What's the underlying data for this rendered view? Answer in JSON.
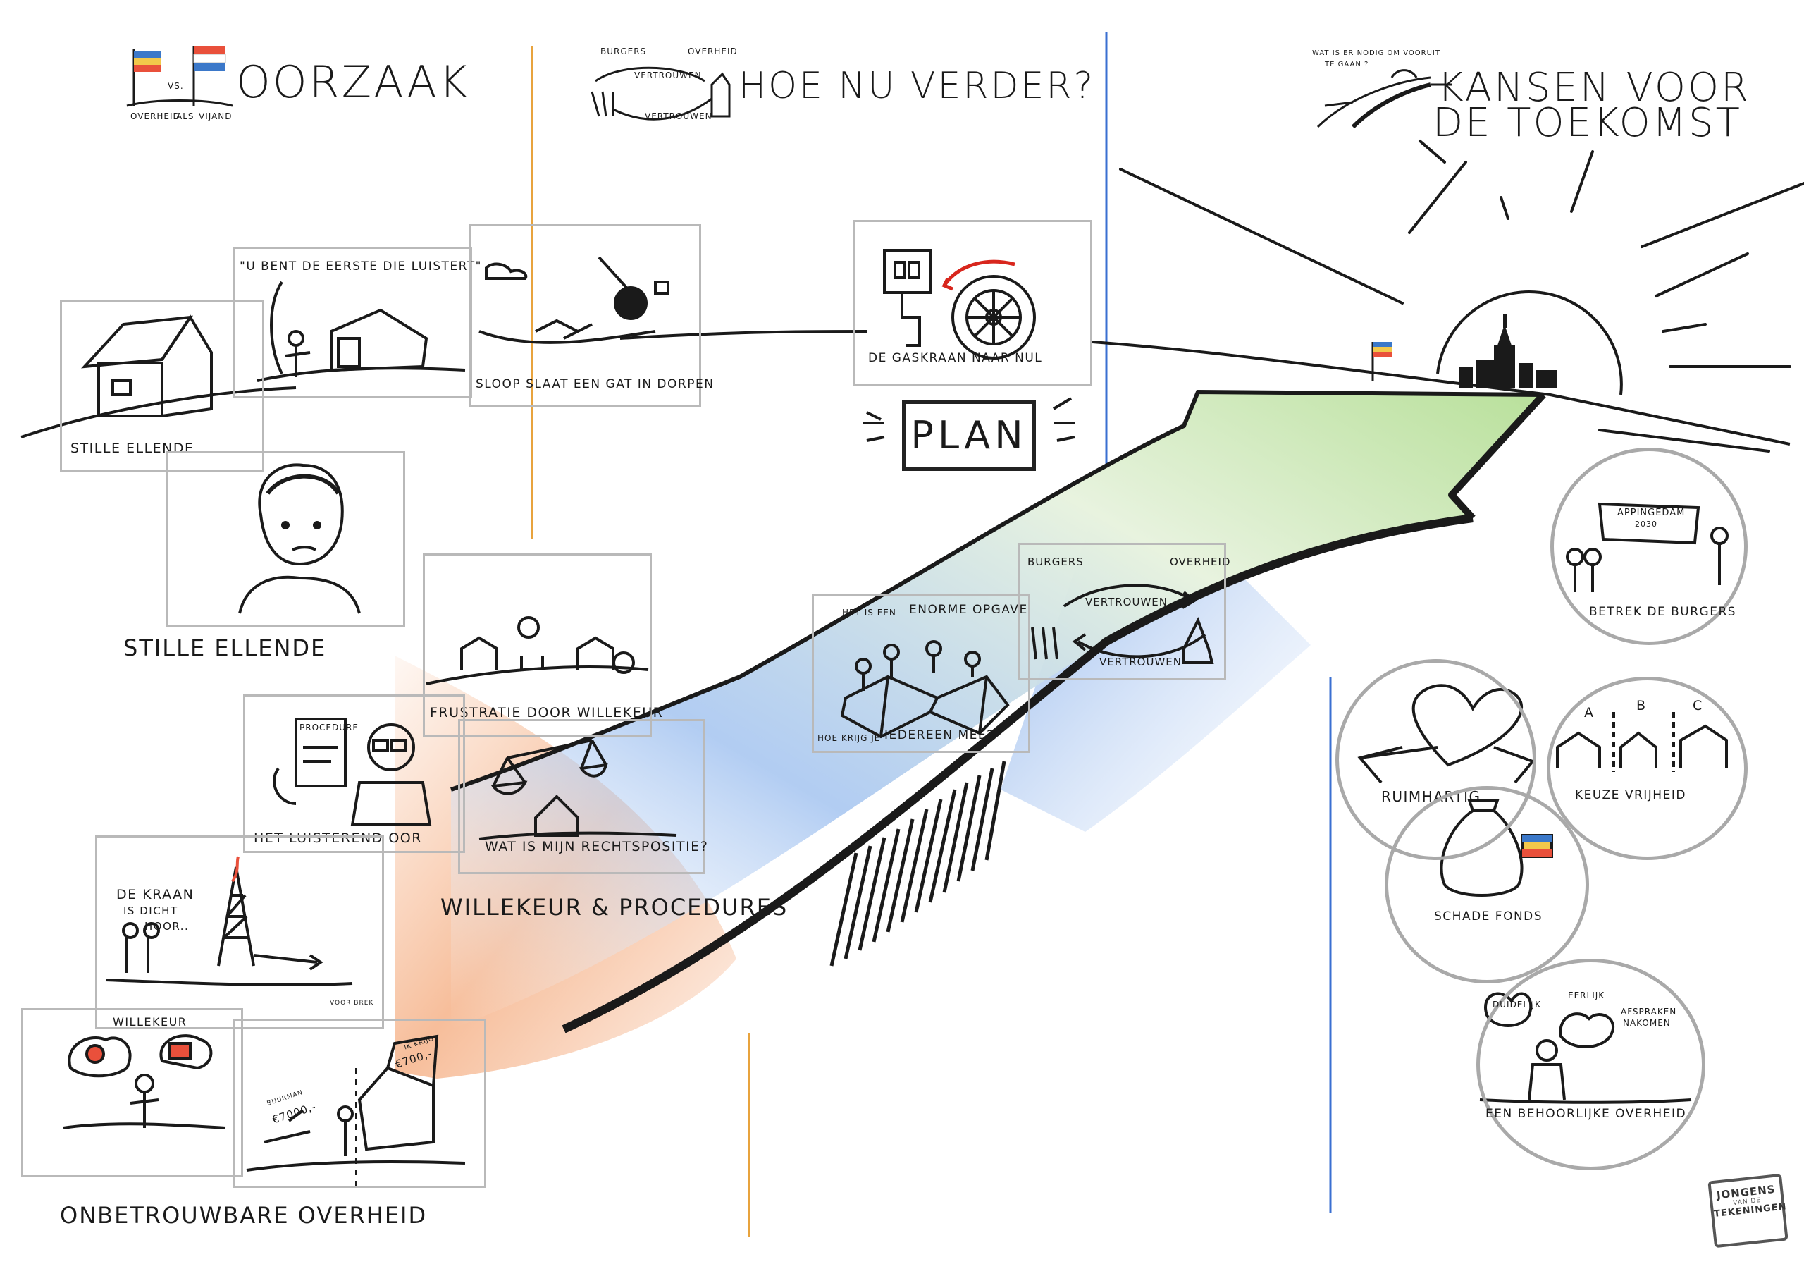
{
  "sections": {
    "oorzaak": {
      "title": "OORZAAK",
      "flag_left_caption": "OVERHEID",
      "flag_vs": "VS.",
      "flag_mid": "ALS",
      "flag_right_caption": "VIJAND"
    },
    "hoe_nu_verder": {
      "title": "HOE NU VERDER?",
      "sketch_left": "BURGERS",
      "sketch_right": "OVERHEID",
      "sketch_top": "VERTROUWEN",
      "sketch_bottom": "VERTROUWEN"
    },
    "kansen": {
      "title_line1": "KANSEN VOOR",
      "title_line2": "DE TOEKOMST",
      "sketch_caption_line1": "WAT IS ER NODIG OM VOORUIT",
      "sketch_caption_line2": "TE GAAN ?"
    }
  },
  "cards": {
    "stille_ellende_house": {
      "caption": "STILLE ELLENDE"
    },
    "eerste_die_luistert": {
      "quote": "\"U BENT DE EERSTE DIE LUISTERT\""
    },
    "sloop": {
      "caption": "SLOOP SLAAT EEN GAT IN DORPEN"
    },
    "gaskraan": {
      "caption": "DE GASKRAAN NAAR NUL"
    },
    "frustratie": {
      "caption": "FRUSTRATIE DOOR WILLEKEUR"
    },
    "luisterend_oor": {
      "caption": "HET LUISTEREND OOR",
      "board": "PROCEDURE"
    },
    "rechtspositie": {
      "caption": "WAT IS MIJN RECHTSPOSITIE?"
    },
    "kraan_dicht": {
      "bubble_line1": "DE KRAAN",
      "bubble_line2": "IS DICHT",
      "bubble_line3": "HOOR..",
      "sign": "VOOR BREK"
    },
    "willekeur_card": {
      "caption": "WILLEKEUR"
    },
    "prices": {
      "price_left": "€7000,-",
      "tag_left": "BUURMAN",
      "price_right": "€700,-",
      "tag_right": "IK KRIJG"
    },
    "opgave": {
      "line1_a": "HET IS EEN",
      "line1_b": "ENORME OPGAVE",
      "line2_a": "HOE KRIJG JE",
      "line2_b": "IEDEREEN MEE?"
    },
    "vertrouwen": {
      "left": "BURGERS",
      "right": "OVERHEID",
      "top": "VERTROUWEN",
      "bottom": "VERTROUWEN"
    }
  },
  "labels": {
    "stille_ellende": "STILLE ELLENDE",
    "willekeur_procedures": "WILLEKEUR & PROCEDURES",
    "onbetrouwbare_overheid": "ONBETROUWBARE OVERHEID",
    "plan": "PLAN"
  },
  "circles": {
    "betrek": {
      "caption": "BETREK DE BURGERS",
      "banner_line1": "APPINGEDAM",
      "banner_line2": "2030"
    },
    "ruimhartig": {
      "caption": "RUIMHARTIG"
    },
    "keuzevrijheid": {
      "caption": "KEUZE VRIJHEID",
      "a": "A",
      "b": "B",
      "c": "C"
    },
    "schadefonds": {
      "caption": "SCHADE FONDS"
    },
    "behoorlijke_overheid": {
      "caption": "EEN BEHOORLIJKE OVERHEID",
      "b1": "DUIDELIJK",
      "b2": "EERLIJK",
      "b3_line1": "AFSPRAKEN",
      "b3_line2": "NAKOMEN"
    }
  },
  "logo": {
    "line1": "JONGENS",
    "line2": "VAN DE",
    "line3": "TEKENINGEN"
  },
  "colors": {
    "divider_orange": "#e8a33d",
    "divider_blue": "#3a6fd1",
    "arrow_green": "#bfe3a0",
    "arrow_blue": "#7ea9e8",
    "wash_orange": "#f3a77a",
    "frame_gray": "#b9b9b9",
    "circle_gray": "#a9a9a9",
    "ink": "#1a1a1a"
  }
}
